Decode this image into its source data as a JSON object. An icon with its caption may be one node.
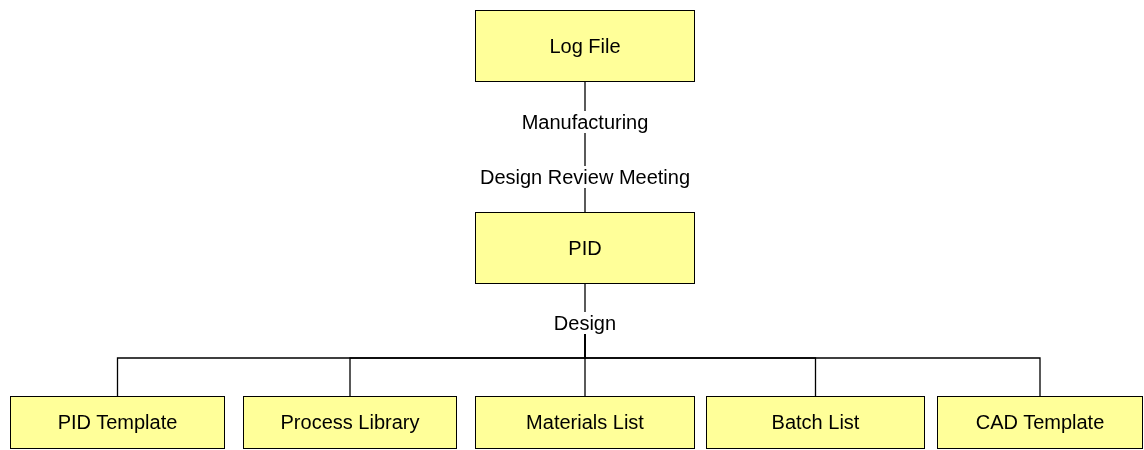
{
  "diagram": {
    "nodes": [
      {
        "text": [
          "Log File"
        ]
      },
      {
        "text": [
          "Manufacturing"
        ]
      },
      {
        "text": [
          "Design Review Meeting"
        ]
      },
      {
        "text": [
          "PID"
        ]
      },
      {
        "text": [
          "Design"
        ]
      },
      {
        "text": [
          "PID Template"
        ]
      },
      {
        "text": [
          "Process Library"
        ]
      },
      {
        "text": [
          "Materials List"
        ]
      },
      {
        "text": [
          "Batch List"
        ]
      },
      {
        "text": [
          "CAD Template"
        ]
      }
    ],
    "edges": [
      {
        "from": 0,
        "to": 1,
        "arrow": "none"
      },
      {
        "from": 1,
        "to": 2,
        "arrow": "none"
      },
      {
        "from": 2,
        "to": 3,
        "arrow": "none"
      },
      {
        "from": 3,
        "to": 4,
        "arrow": "none"
      },
      {
        "from": 4,
        "to": 5,
        "arrow": "none"
      },
      {
        "from": 4,
        "to": 6,
        "arrow": "none"
      },
      {
        "from": 4,
        "to": 7,
        "arrow": "none"
      },
      {
        "from": 4,
        "to": 8,
        "arrow": "none"
      },
      {
        "from": 4,
        "to": 9,
        "arrow": "none"
      }
    ]
  }
}
